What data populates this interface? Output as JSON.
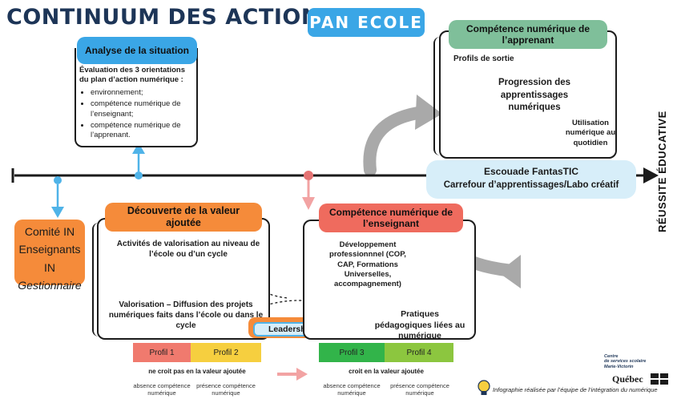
{
  "title": "CONTINUUM DES ACTIONS",
  "badge": "PAN ECOLE",
  "analyse": {
    "header": "Analyse de la situation",
    "intro": "Évaluation des 3 orientations du plan d’action numérique :",
    "items": [
      "environnement;",
      "compétence numérique de l’enseignant;",
      "compétence numérique de l’apprenant."
    ]
  },
  "comite": {
    "line1": "Comité IN",
    "line2": "Enseignants IN",
    "line3": "Gestionnaire"
  },
  "decouverte": {
    "header": "Découverte de la valeur ajoutée",
    "text1": "Activités de valorisation au niveau de l’école ou d’un cycle",
    "text2": "Valorisation – Diffusion des projets numériques faits dans l’école ou dans le cycle"
  },
  "leadership": "Leadership",
  "enseignant": {
    "header": "Compétence numérique de l’enseignant",
    "dev": "Développement professionnnel (COP, CAP, Formations Universelles, accompagnement)",
    "pratiques": "Pratiques pédagogiques liées au numérique"
  },
  "apprenant": {
    "header": "Compétence numérique de l’apprenant",
    "profils": "Profils de sortie",
    "progression": "Progression des apprentissages numériques",
    "utilisation": "Utilisation numérique au quotidien"
  },
  "escouade": {
    "line1": "Escouade FantasTIC",
    "line2": "Carrefour d’apprentissages/Labo créatif"
  },
  "reussite": "RÉUSSITE ÉDUCATIVE",
  "profiles": [
    {
      "label": "Profil 1",
      "color": "#f07a6e"
    },
    {
      "label": "Profil 2",
      "color": "#f6cf3f"
    },
    {
      "label": "Profil 3",
      "color": "#32b44a"
    },
    {
      "label": "Profil 4",
      "color": "#8cc63f"
    }
  ],
  "profile_notes": {
    "left_caption": "ne croit pas en la valeur ajoutée",
    "right_caption": "croit en la valeur ajoutée",
    "p1": "absence compétence numérique",
    "p2": "présence compétence numérique",
    "p3": "absence compétence numérique",
    "p4": "présence compétence numérique"
  },
  "footer": {
    "credit": "Infographie réalisée par l’équipe de l’intégration du numérique",
    "css_line1": "Centre",
    "css_line2": "de services scolaire",
    "css_line3": "Marie-Victorin",
    "quebec": "Québec"
  },
  "colors": {
    "blue": "#3aa6e6",
    "orange": "#f58b3a",
    "red": "#ef6b5e",
    "green": "#7fbf9a",
    "light_blue": "#d7eef9",
    "axis_blue": "#4fb3e8",
    "axis_red": "#e57373"
  }
}
